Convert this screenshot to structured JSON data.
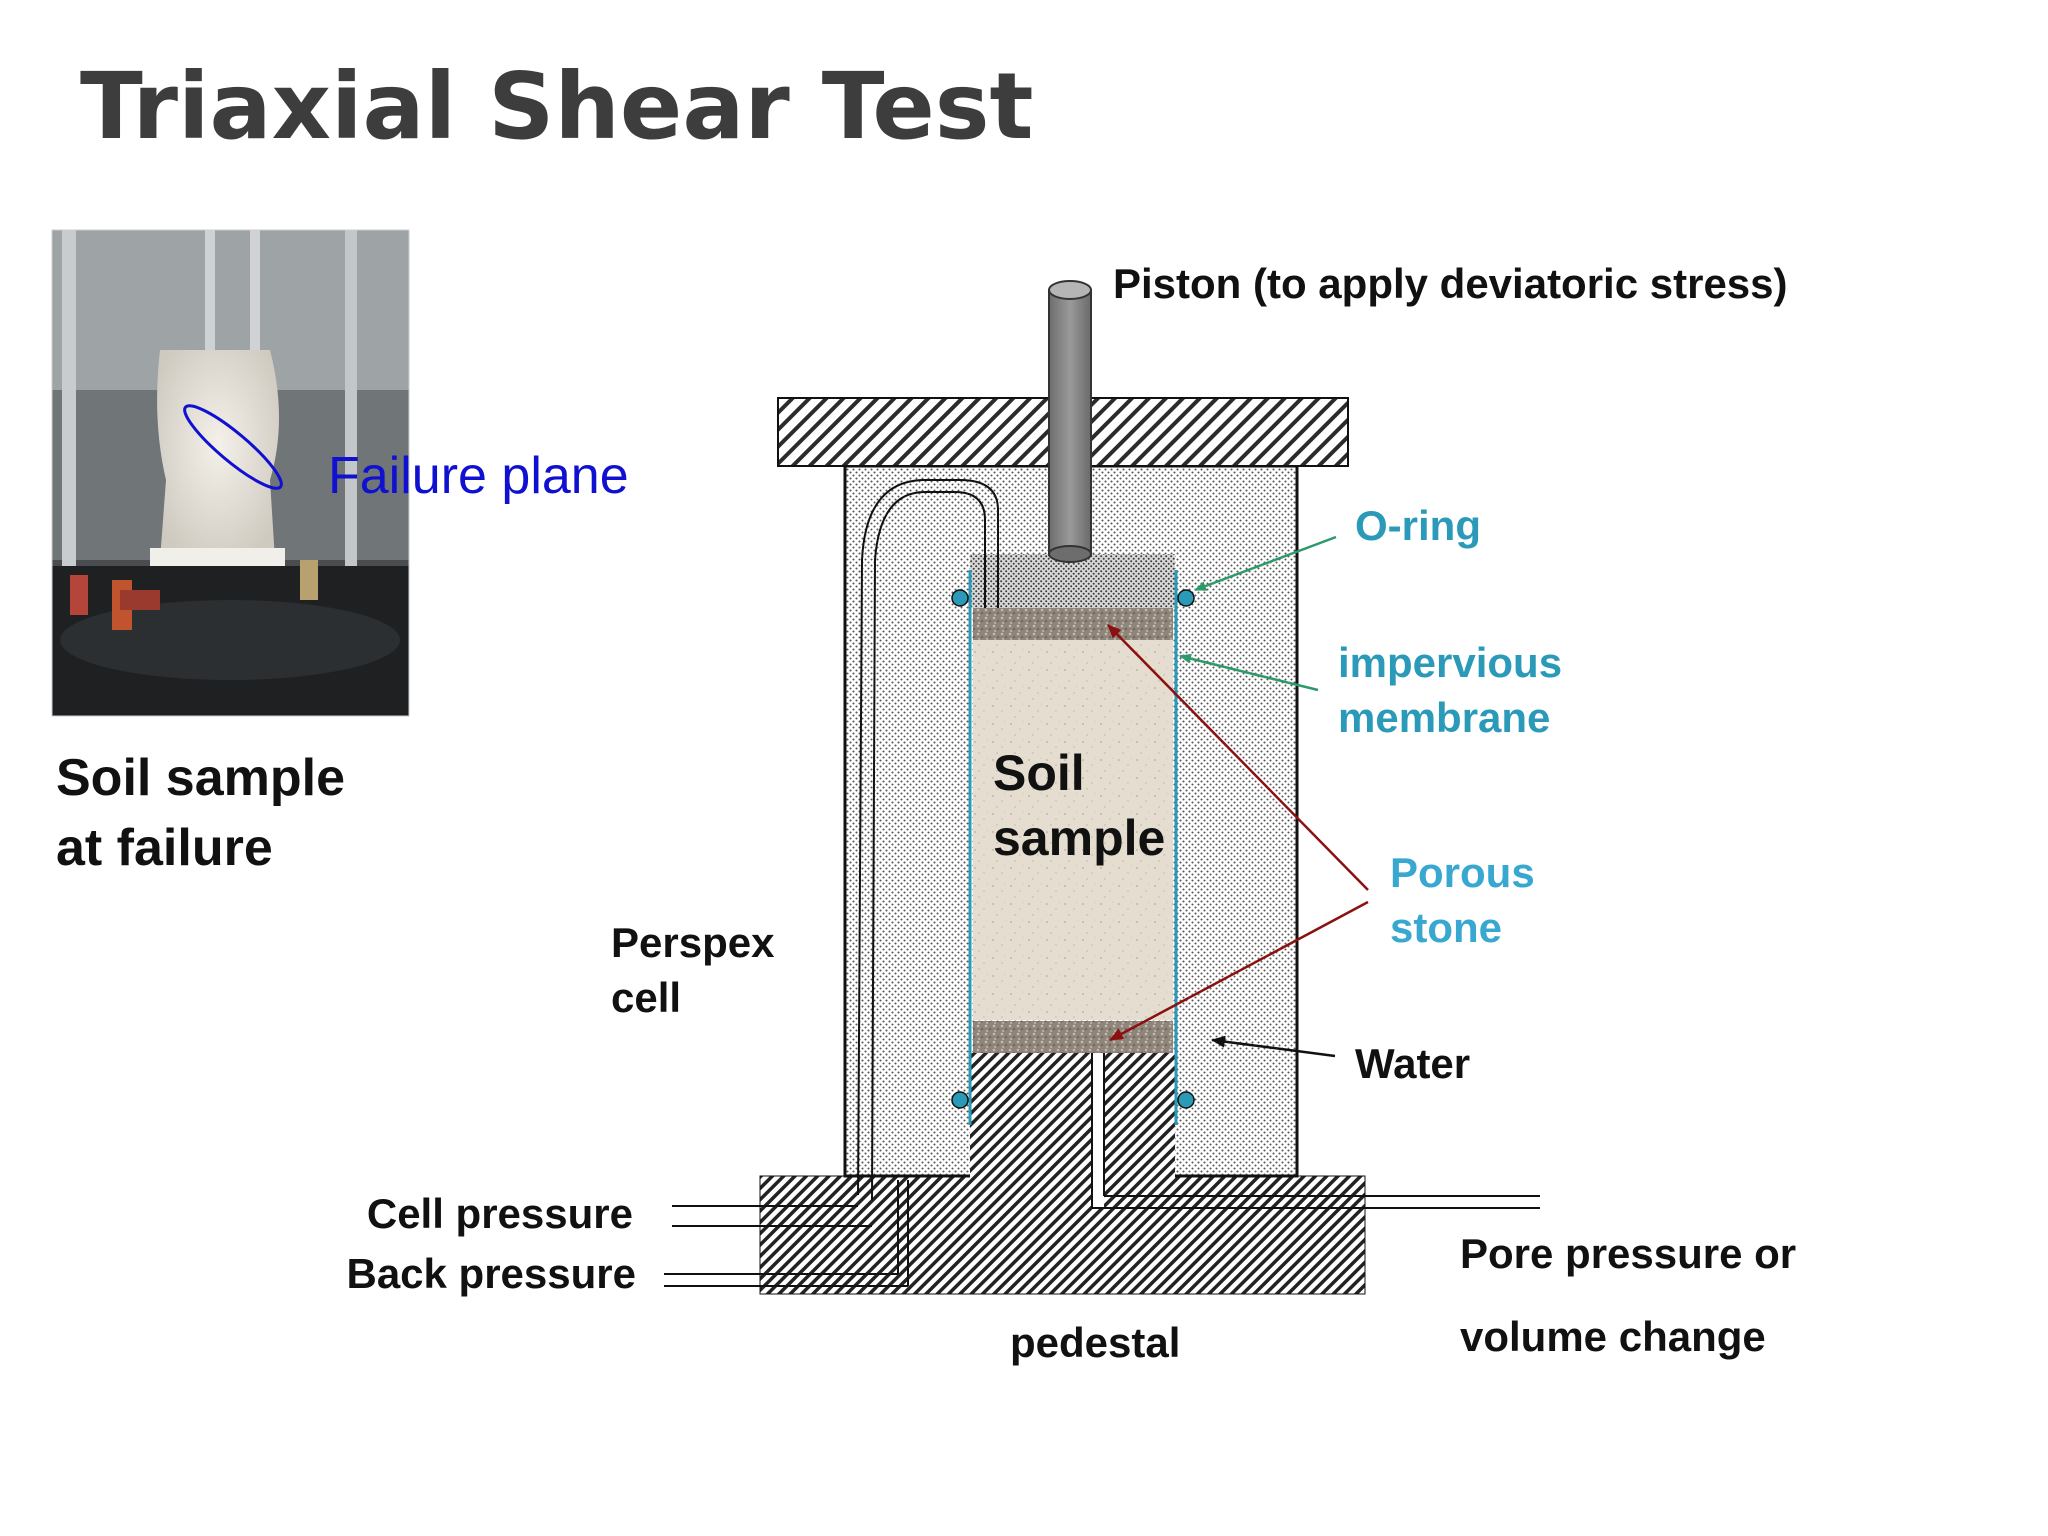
{
  "slide": {
    "title": "Triaxial Shear Test"
  },
  "photo": {
    "annotation": "Failure plane",
    "caption_line1": "Soil sample",
    "caption_line2": "at failure"
  },
  "diagram": {
    "piston_label": "Piston (to apply deviatoric stress)",
    "oring_label": "O-ring",
    "membrane_label_line1": "impervious",
    "membrane_label_line2": "membrane",
    "soil_label_line1": "Soil",
    "soil_label_line2": "sample",
    "porous_label_line1": "Porous",
    "porous_label_line2": "stone",
    "perspex_label_line1": "Perspex",
    "perspex_label_line2": "cell",
    "water_label": "Water",
    "cell_pressure_label": "Cell pressure",
    "back_pressure_label": "Back pressure",
    "pedestal_label": "pedestal",
    "pore_label_line1": "Pore pressure or",
    "pore_label_line2": "volume change"
  },
  "colors": {
    "title": "#3d3d3d",
    "failure_plane": "#1010d0",
    "oring": "#2a9ab8",
    "membrane": "#2a9ab8",
    "porous": "#38a8d0",
    "oring_arrow": "#2e9a6a",
    "porous_arrow": "#8b1010",
    "soil_fill": "#e4ddd0",
    "porous_stone_fill": "#9a8f85",
    "piston": "#808080"
  }
}
